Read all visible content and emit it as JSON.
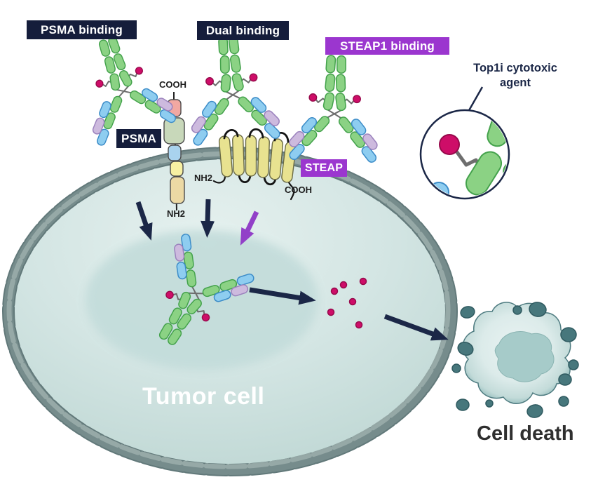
{
  "labels": {
    "psma_binding": "PSMA binding",
    "dual_binding": "Dual binding",
    "steap1_binding": "STEAP1 binding",
    "psma": "PSMA",
    "steap": "STEAP",
    "top1i_line1": "Top1i cytotoxic",
    "top1i_line2": "agent",
    "tumor_cell": "Tumor cell",
    "cell_death": "Cell death"
  },
  "chemistry": {
    "psma_cooh": "COOH",
    "psma_nh2": "NH2",
    "steap_nh2": "NH2",
    "steap_cooh": "COOH"
  },
  "colors": {
    "navy": "#151d3b",
    "purple": "#9b36cf",
    "arrowNavy": "#1b2747",
    "arrowPurple": "#9240c8",
    "green": "#8bd284",
    "greenDark": "#44a24c",
    "blue": "#8ecdf0",
    "blueDark": "#3c8cc8",
    "lavender": "#cdbade",
    "lavenderDark": "#9b82bd",
    "magenta": "#ce0d68",
    "magentaDark": "#97094b",
    "helixYellow": "#e8e290",
    "helixStroke": "#6a6a45",
    "linker": "#6e6e6e",
    "stone": "#768c8c",
    "stoneDark": "#62797a",
    "stoneLight": "#9aacaa",
    "cellLight": "#e4efee",
    "cellDeep": "#b7d2ce",
    "endosome": "#c4dddb",
    "deathDark": "#47777c",
    "receptorPink": "#f2a8a2",
    "receptorSage": "#c8d8ba",
    "receptorBlue": "#a9d3ee",
    "receptorYellow": "#f7f0a2",
    "receptorTan": "#ecd9a4"
  }
}
